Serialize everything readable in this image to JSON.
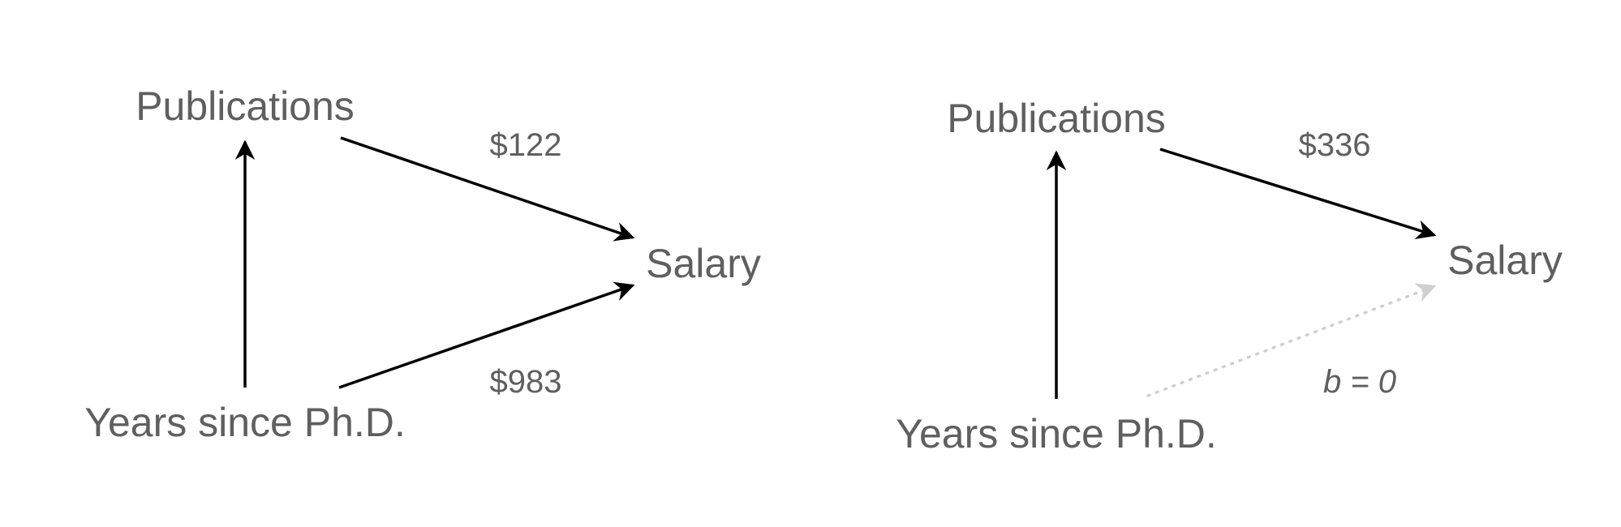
{
  "diagrams": [
    {
      "nodes": {
        "publications": "Publications",
        "years": "Years since Ph.D.",
        "salary": "Salary"
      },
      "edges": {
        "publications_salary": "$122",
        "years_salary": "$983"
      }
    },
    {
      "nodes": {
        "publications": "Publications",
        "years": "Years since Ph.D.",
        "salary": "Salary"
      },
      "edges": {
        "publications_salary": "$336",
        "years_salary": "b = 0"
      }
    }
  ],
  "colors": {
    "text": "#5f5f5f",
    "arrow": "#000000",
    "dotted_arrow": "#d0d0d0"
  }
}
